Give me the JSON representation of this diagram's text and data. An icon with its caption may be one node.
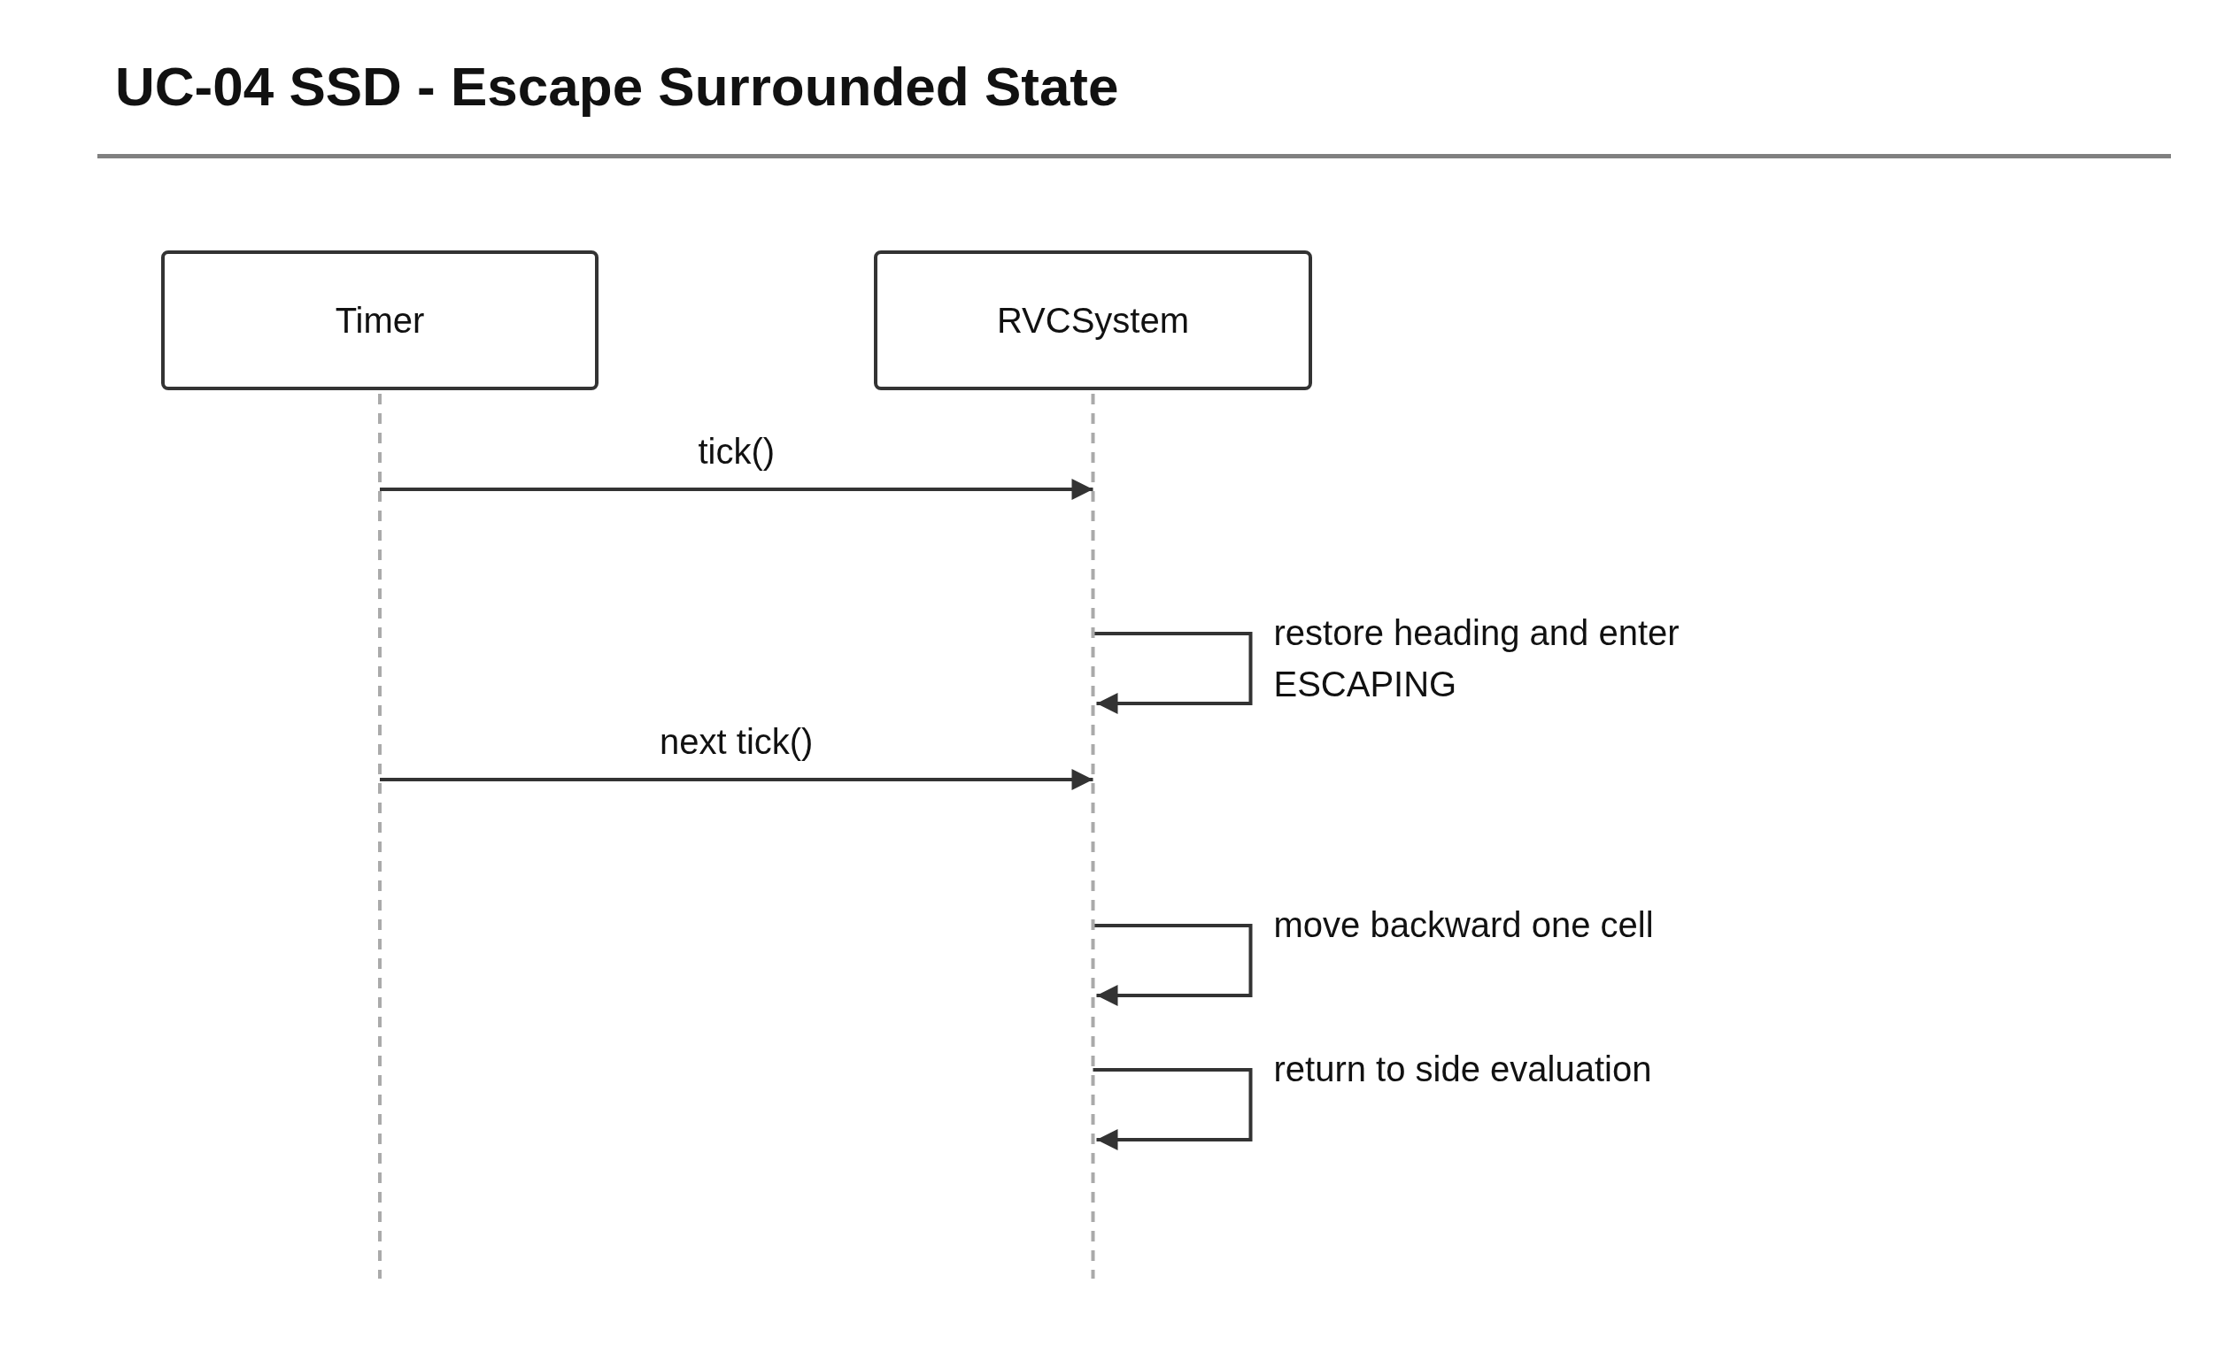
{
  "diagram": {
    "title": "UC-04 SSD - Escape Surrounded State",
    "nodes": [
      {
        "text": [
          "Timer"
        ]
      },
      {
        "text": [
          "RVCSystem"
        ]
      }
    ],
    "edges": [
      {
        "from": 0,
        "to": 1,
        "arrow": "to",
        "label": "tick()"
      },
      {
        "from": 1,
        "to": 1,
        "arrow": "to",
        "label": "restore heading and enter ESCAPING"
      },
      {
        "from": 0,
        "to": 1,
        "arrow": "to",
        "label": "next tick()"
      },
      {
        "from": 1,
        "to": 1,
        "arrow": "to",
        "label": "move backward one cell"
      },
      {
        "from": 1,
        "to": 1,
        "arrow": "to",
        "label": "return to side evaluation"
      }
    ]
  }
}
